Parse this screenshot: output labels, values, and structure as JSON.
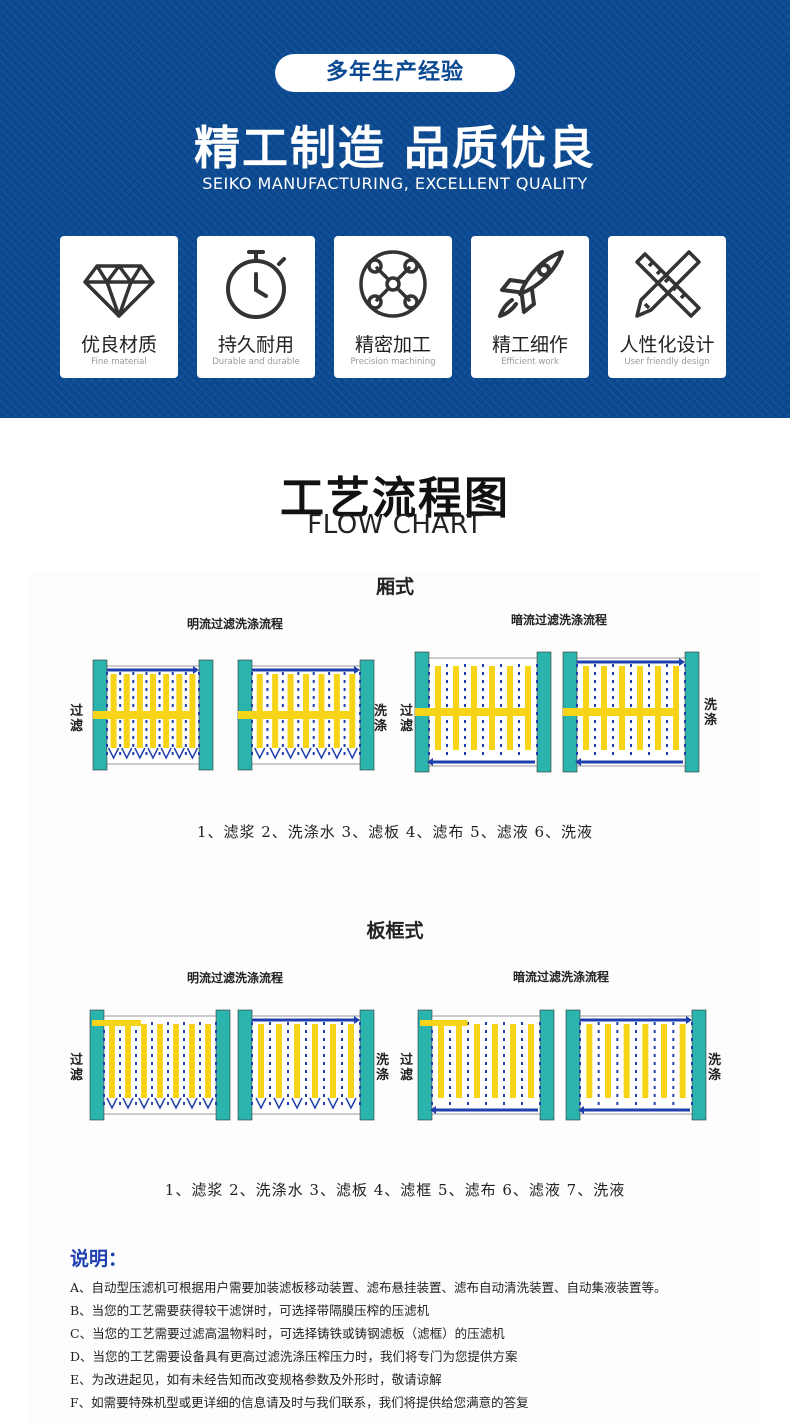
{
  "banner": {
    "pill": "多年生产经验",
    "title": "精工制造 品质优良",
    "subtitle": "SEIKO MANUFACTURING, EXCELLENT QUALITY"
  },
  "features": [
    {
      "icon": "diamond-icon",
      "cn": "优良材质",
      "en": "Fine material"
    },
    {
      "icon": "stopwatch-icon",
      "cn": "持久耐用",
      "en": "Durable and durable"
    },
    {
      "icon": "gear-tools-icon",
      "cn": "精密加工",
      "en": "Precision machining"
    },
    {
      "icon": "rocket-icon",
      "cn": "精工细作",
      "en": "Efficient work"
    },
    {
      "icon": "ruler-pencil-icon",
      "cn": "人性化设计",
      "en": "User friendly design"
    }
  ],
  "flow": {
    "title_cn": "工艺流程图",
    "title_en": "FLOW CHART"
  },
  "chamber": {
    "title": "厢式",
    "open_label": "明流过滤洗涤流程",
    "dark_label": "暗流过滤洗涤流程",
    "side_left": "过滤",
    "side_right": "洗涤",
    "legend": "1、滤浆  2、洗涤水  3、滤板  4、滤布  5、滤液  6、洗液"
  },
  "plate_frame": {
    "title": "板框式",
    "open_label": "明流过滤洗涤流程",
    "dark_label": "暗流过滤洗涤流程",
    "side_left": "过滤",
    "side_right": "洗涤",
    "legend": "1、滤浆  2、洗涤水  3、滤板  4、滤框  5、滤布  6、滤液    7、洗液"
  },
  "notes": {
    "title": "说明：",
    "items": [
      "A、自动型压滤机可根据用户需要加装滤板移动装置、滤布悬挂装置、滤布自动清洗装置、自动集液装置等。",
      "B、当您的工艺需要获得较干滤饼时，可选择带隔膜压榨的压滤机",
      "C、当您的工艺需要过滤高温物料时，可选择铸铁或铸钢滤板（滤框）的压滤机",
      "D、当您的工艺需要设备具有更高过滤洗涤压榨压力时，我们将专门为您提供方案",
      "E、为改进起见，如有未经告知而改变规格参数及外形时，敬请谅解",
      "F、如需要特殊机型或更详细的信息请及时与我们联系，我们将提供给您满意的答复"
    ]
  },
  "colors": {
    "banner": "#0b4a92",
    "teal": "#2bb3ad",
    "yellow": "#f7d417",
    "blue": "#1f3fae"
  }
}
